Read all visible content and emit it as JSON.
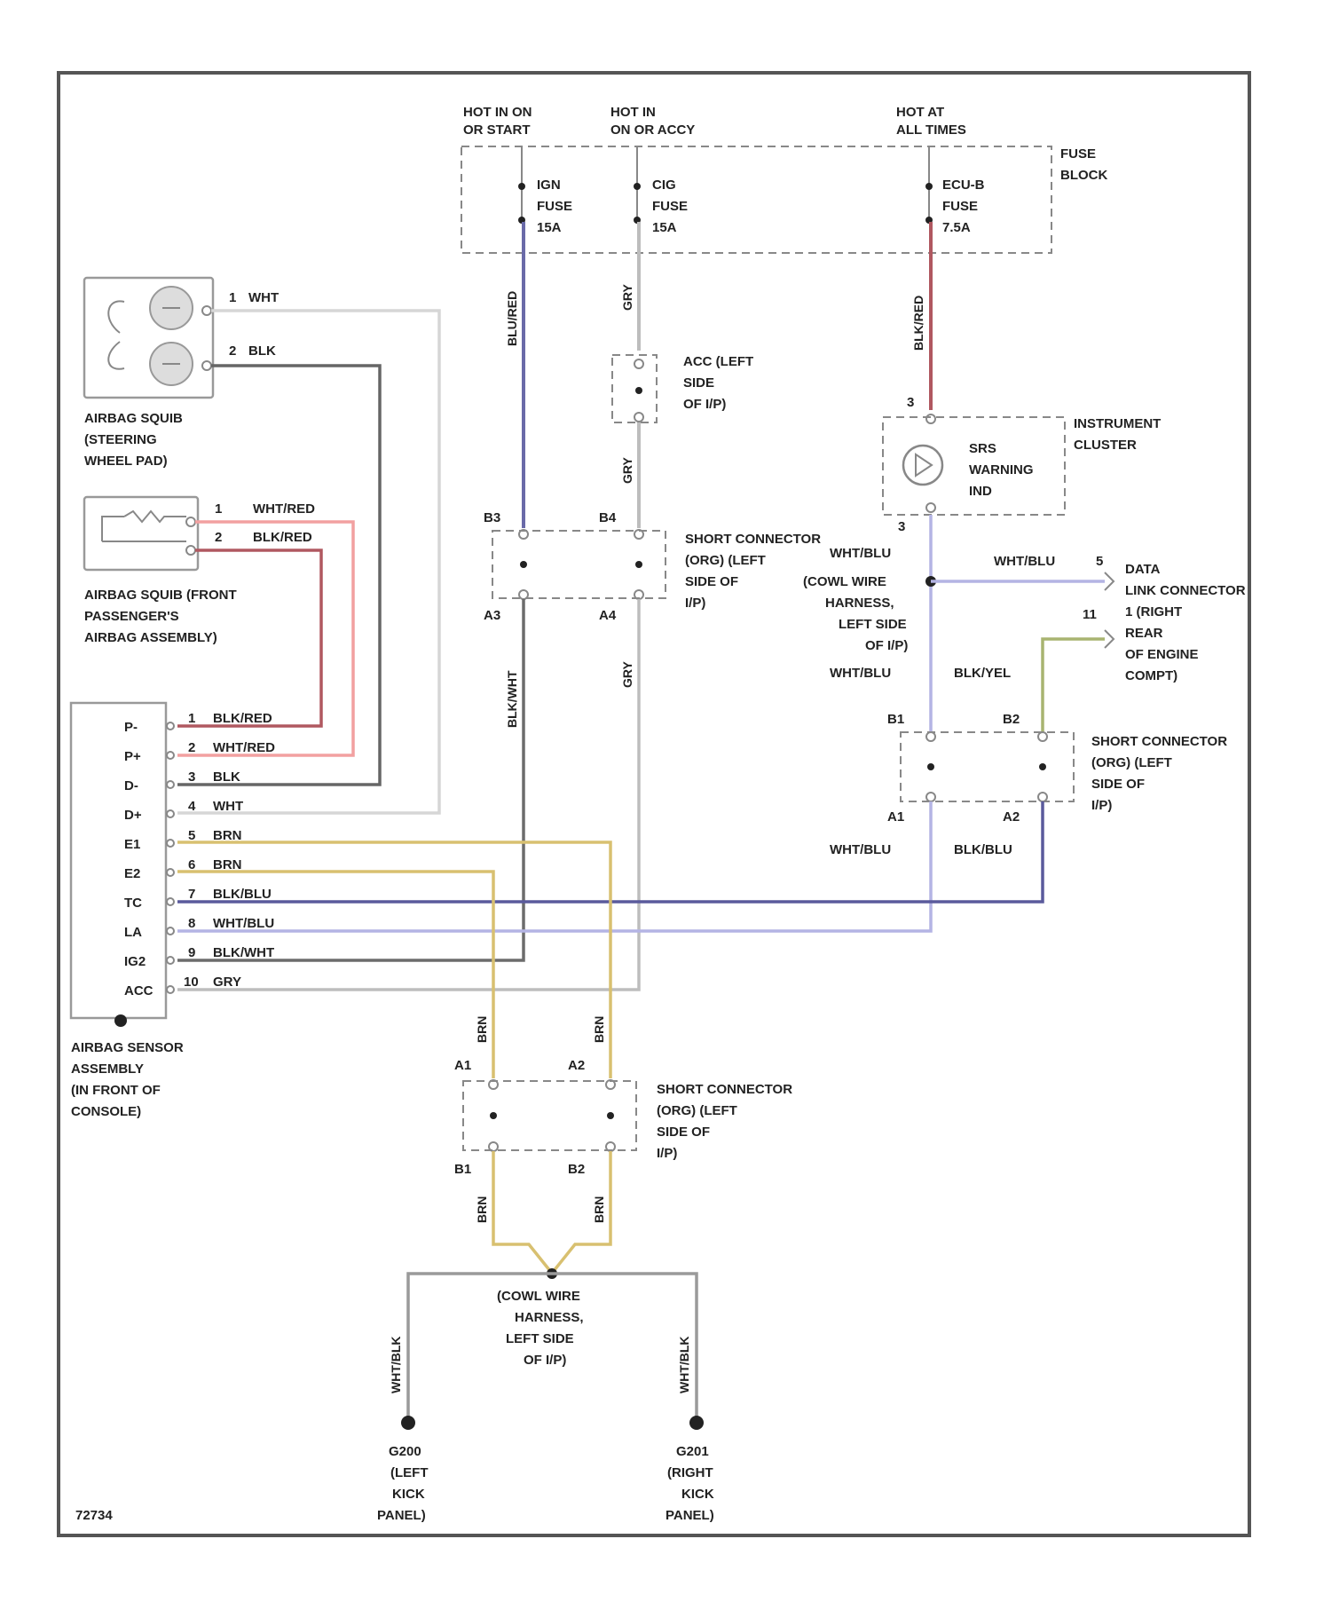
{
  "diagram_id": "72734",
  "colors": {
    "blu_red": "#6a6aa8",
    "gry": "#bdbdbd",
    "blk_red": "#b05860",
    "wht": "#d6d6d6",
    "blk": "#666666",
    "wht_red": "#f2a0a0",
    "brn": "#d8c070",
    "blk_blu": "#5a5a9c",
    "wht_blu": "#b4b4e4",
    "blk_wht": "#6c6c6c",
    "blk_yel": "#a8b470",
    "ground_wht_blk": "#9a9a9a"
  },
  "power": {
    "col1": [
      "HOT IN ON",
      "OR START"
    ],
    "col2": [
      "HOT IN",
      "ON OR ACCY"
    ],
    "col3": [
      "HOT AT",
      "ALL TIMES"
    ],
    "fuse_block": [
      "FUSE",
      "BLOCK"
    ],
    "fuse1": [
      "IGN",
      "FUSE",
      "15A"
    ],
    "fuse2": [
      "CIG",
      "FUSE",
      "15A"
    ],
    "fuse3": [
      "ECU-B",
      "FUSE",
      "7.5A"
    ]
  },
  "wires": {
    "blu_red": "BLU/RED",
    "gry": "GRY",
    "blk_red": "BLK/RED",
    "blk_wht": "BLK/WHT",
    "wht_blu": "WHT/BLU",
    "blk_yel": "BLK/YEL",
    "blk_blu": "BLK/BLU",
    "brn": "BRN",
    "wht_blk": "WHT/BLK"
  },
  "steering_squib": {
    "pins": [
      "1",
      "2"
    ],
    "wires": [
      "WHT",
      "BLK"
    ],
    "label": [
      "AIRBAG SQUIB",
      "(STEERING",
      "WHEEL PAD)"
    ]
  },
  "passenger_squib": {
    "pins": [
      "1",
      "2"
    ],
    "wires": [
      "WHT/RED",
      "BLK/RED"
    ],
    "label": [
      "AIRBAG SQUIB (FRONT",
      "PASSENGER'S",
      "AIRBAG ASSEMBLY)"
    ]
  },
  "acc_connector": [
    "ACC (LEFT",
    "SIDE",
    "OF I/P)"
  ],
  "instrument_cluster": {
    "label": [
      "INSTRUMENT",
      "CLUSTER"
    ],
    "warn": [
      "SRS",
      "WARNING",
      "IND"
    ],
    "pin_top": "3",
    "pin_bottom": "3"
  },
  "short_conn_1": {
    "label": [
      "SHORT CONNECTOR",
      "(ORG) (LEFT",
      "SIDE OF",
      "I/P)"
    ],
    "pins": [
      "B3",
      "B4",
      "A3",
      "A4"
    ]
  },
  "coil_harness_1": [
    "(COWL WIRE",
    "HARNESS,",
    "LEFT SIDE",
    "OF I/P)"
  ],
  "data_link": {
    "label": [
      "DATA",
      "LINK CONNECTOR",
      "1 (RIGHT",
      "REAR",
      "OF ENGINE",
      "COMPT)"
    ],
    "pins": [
      "5",
      "11"
    ]
  },
  "short_conn_2": {
    "label": [
      "SHORT CONNECTOR",
      "(ORG) (LEFT",
      "SIDE OF",
      "I/P)"
    ],
    "pins": [
      "B1",
      "B2",
      "A1",
      "A2"
    ]
  },
  "sensor": {
    "terms": [
      "P-",
      "P+",
      "D-",
      "D+",
      "E1",
      "E2",
      "TC",
      "LA",
      "IG2",
      "ACC"
    ],
    "pins": [
      "1",
      "2",
      "3",
      "4",
      "5",
      "6",
      "7",
      "8",
      "9",
      "10"
    ],
    "wires": [
      "BLK/RED",
      "WHT/RED",
      "BLK",
      "WHT",
      "BRN",
      "BRN",
      "BLK/BLU",
      "WHT/BLU",
      "BLK/WHT",
      "GRY"
    ],
    "label": [
      "AIRBAG SENSOR",
      "ASSEMBLY",
      "(IN FRONT OF",
      "CONSOLE)"
    ]
  },
  "short_conn_3": {
    "label": [
      "SHORT CONNECTOR",
      "(ORG) (LEFT",
      "SIDE OF",
      "I/P)"
    ],
    "pins": [
      "A1",
      "A2",
      "B1",
      "B2"
    ]
  },
  "coil_harness_2": [
    "(COWL WIRE",
    "HARNESS,",
    "LEFT SIDE",
    "OF I/P)"
  ],
  "ground_left": [
    "G200",
    "(LEFT",
    "KICK",
    "PANEL)"
  ],
  "ground_right": [
    "G201",
    "(RIGHT",
    "KICK",
    "PANEL)"
  ]
}
